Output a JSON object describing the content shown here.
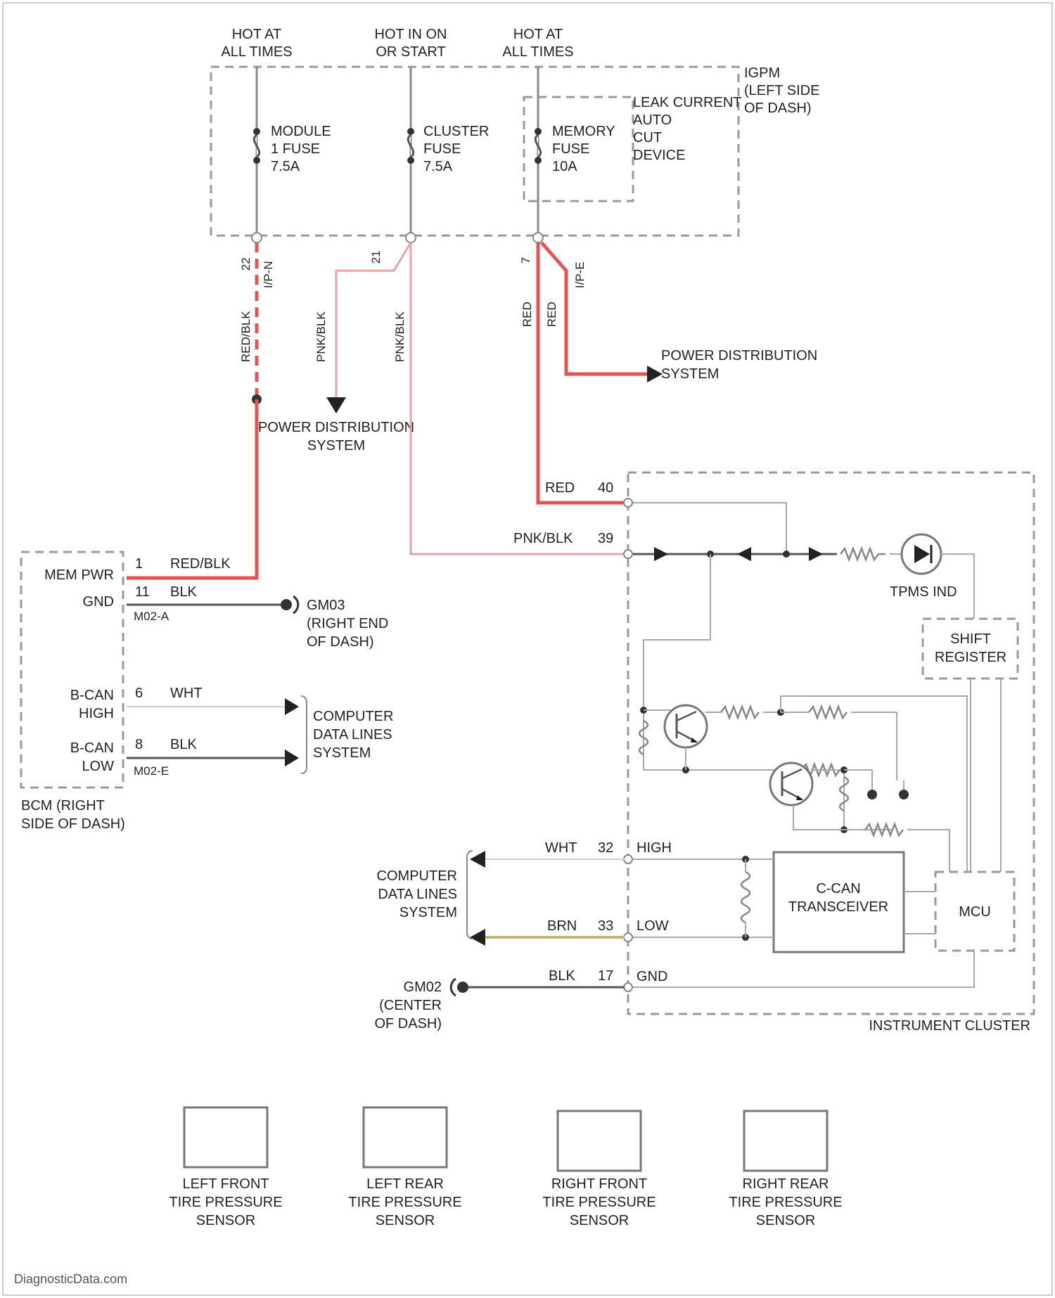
{
  "top_labels": {
    "hot_left": [
      "HOT AT",
      "ALL TIMES"
    ],
    "hot_mid": [
      "HOT IN ON",
      "OR START"
    ],
    "hot_right": [
      "HOT AT",
      "ALL TIMES"
    ]
  },
  "ipdm": {
    "name": [
      "IGPM",
      "(LEFT SIDE",
      "OF DASH)"
    ],
    "fuse1": [
      "MODULE",
      "1 FUSE",
      "7.5A"
    ],
    "fuse2": [
      "CLUSTER",
      "FUSE",
      "7.5A"
    ],
    "fuse3": [
      "MEMORY",
      "FUSE",
      "10A"
    ],
    "device": [
      "LEAK CURRENT",
      "AUTO",
      "CUT",
      "DEVICE"
    ]
  },
  "pins": {
    "p22": "22",
    "c1": "I/P-N",
    "p21": "21",
    "p7": "7",
    "c2": "I/P-E",
    "p40": "40",
    "p39": "39",
    "p1": "1",
    "p11": "11",
    "p6": "6",
    "p8": "8",
    "p32": "32",
    "p33": "33",
    "p17": "17"
  },
  "wires": {
    "red_blk": "RED/BLK",
    "pnk_blk": "PNK/BLK",
    "pnk_blk2": "PNK/BLK",
    "red": "RED",
    "red2": "RED",
    "red3": "RED",
    "pnk_blk3": "PNK/BLK",
    "red_blk2": "RED/BLK",
    "blk": "BLK",
    "wht": "WHT",
    "blk2": "BLK",
    "wht2": "WHT",
    "brn": "BRN",
    "blk3": "BLK"
  },
  "power_dist_left": [
    "POWER DISTRIBUTION",
    "SYSTEM"
  ],
  "power_dist_right": [
    "POWER DISTRIBUTION",
    "SYSTEM"
  ],
  "bcm": {
    "mem_pwr": "MEM PWR",
    "gnd": "GND",
    "bcan_high": [
      "B-CAN",
      "HIGH"
    ],
    "bcan_low": [
      "B-CAN",
      "LOW"
    ],
    "name": [
      "BCM (RIGHT",
      "SIDE OF DASH)"
    ],
    "m02a": "M02-A",
    "m02e": "M02-E"
  },
  "g03": [
    "GM03",
    "(RIGHT END",
    "OF DASH)"
  ],
  "computer_data_left": [
    "COMPUTER",
    "DATA LINES",
    "SYSTEM"
  ],
  "computer_data_bottom": [
    "COMPUTER",
    "DATA LINES",
    "SYSTEM"
  ],
  "gm02": [
    "GM02",
    "(CENTER",
    "OF DASH)"
  ],
  "cluster": {
    "tpms_ind": "TPMS IND",
    "shift_register": [
      "SHIFT",
      "REGISTER"
    ],
    "can_transceiver": [
      "C-CAN",
      "TRANSCEIVER"
    ],
    "mcu": "MCU",
    "high": "HIGH",
    "low": "LOW",
    "gnd": "GND",
    "name": "INSTRUMENT CLUSTER"
  },
  "sensors": [
    [
      "LEFT FRONT",
      "TIRE PRESSURE",
      "SENSOR"
    ],
    [
      "LEFT REAR",
      "TIRE PRESSURE",
      "SENSOR"
    ],
    [
      "RIGHT FRONT",
      "TIRE PRESSURE",
      "SENSOR"
    ],
    [
      "RIGHT REAR",
      "TIRE PRESSURE",
      "SENSOR"
    ]
  ],
  "footer": "DiagnosticData.com",
  "colors": {
    "red_wire": "#e25555",
    "pink_wire": "#e8a2aa",
    "brown_wire": "#c9b27a",
    "gray_wire": "#8a8a8a"
  }
}
